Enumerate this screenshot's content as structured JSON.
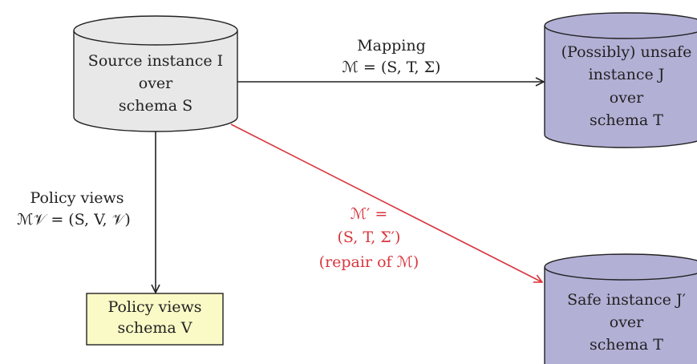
{
  "colors": {
    "source_fill": "#e8e8e8",
    "target_fill": "#b3b0d6",
    "policy_fill": "#fafac6",
    "stroke": "#222222",
    "repair": "#d9363e"
  },
  "source": {
    "line1": "Source instance I",
    "line2": "over",
    "line3": "schema S"
  },
  "unsafe_target": {
    "line1": "(Possibly) unsafe",
    "line2": "instance J",
    "line3": "over",
    "line4": "schema T"
  },
  "safe_target": {
    "line1": "Safe instance J′",
    "line2": "over",
    "line3": "schema T"
  },
  "policy_box": {
    "line1": "Policy views",
    "line2": "schema V"
  },
  "mapping_edge": {
    "title": "Mapping",
    "formula": "ℳ = (S, T, Σ)"
  },
  "policy_edge": {
    "title": "Policy views",
    "formula": "ℳ𝒱 = (S, V, 𝒱)"
  },
  "repair_edge": {
    "line1": "ℳ′ =",
    "line2": "(S, T, Σ′)",
    "line3": "(repair of ℳ)"
  }
}
